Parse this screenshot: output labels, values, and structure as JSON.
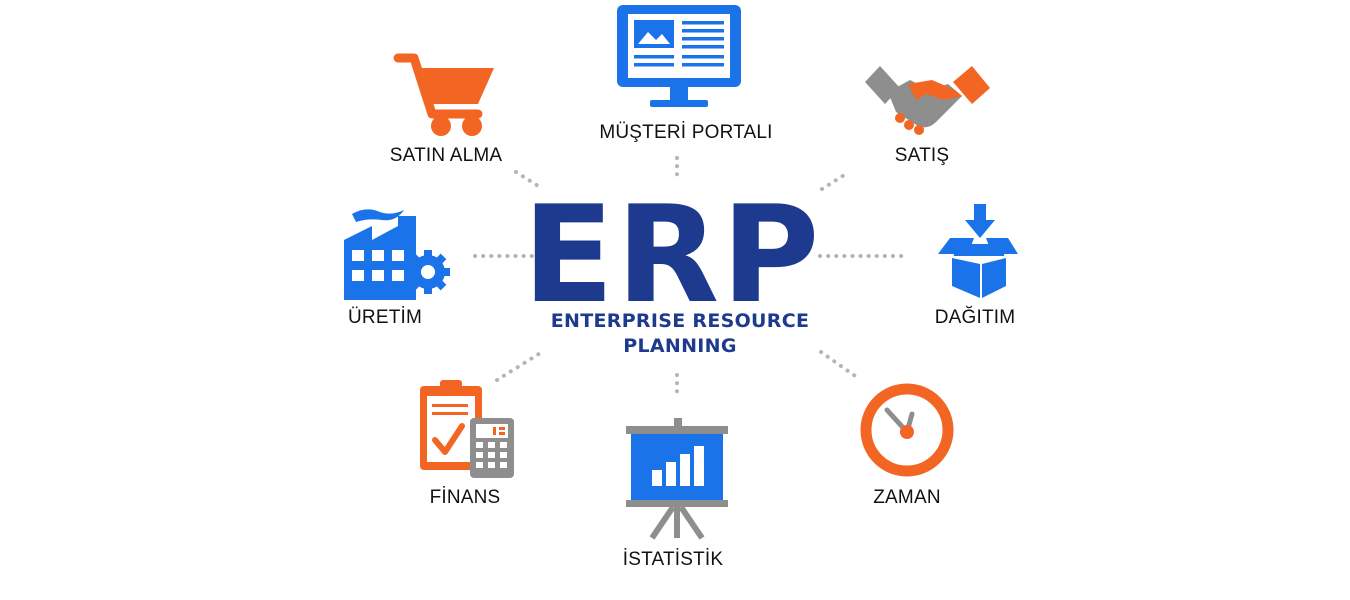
{
  "center": {
    "title": "ERP",
    "subtitle_line1": "ENTERPRISE RESOURCE",
    "subtitle_line2": "PLANNING"
  },
  "modules": {
    "satin_alma": "SATIN ALMA",
    "musteri_portali": "MÜŞTERİ PORTALI",
    "satis": "SATIŞ",
    "uretim": "ÜRETİM",
    "dagitim": "DAĞITIM",
    "finans": "FİNANS",
    "istatistik": "İSTATİSTİK",
    "zaman": "ZAMAN"
  },
  "colors": {
    "orange": "#f26522",
    "blue": "#1a73e8",
    "navy": "#1e3a8f",
    "gray": "#8e8e8e",
    "dots": "#b5b5b5"
  }
}
